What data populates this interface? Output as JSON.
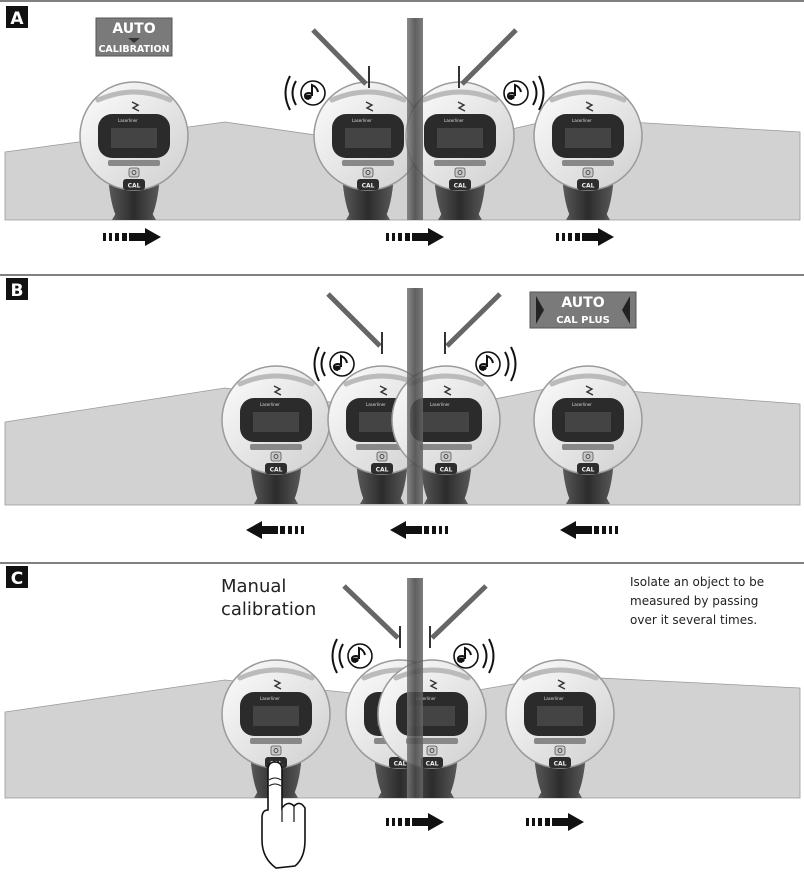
{
  "panels": [
    {
      "id": "A",
      "letter": "A",
      "badge": {
        "line1": "AUTO",
        "line2": "CALIBRATION"
      },
      "arrows": [
        "right",
        "right",
        "right"
      ]
    },
    {
      "id": "B",
      "letter": "B",
      "badge": {
        "line1": "AUTO",
        "line2": "CAL PLUS"
      },
      "arrows": [
        "left",
        "left",
        "left"
      ]
    },
    {
      "id": "C",
      "letter": "C",
      "label": {
        "line1": "Manual",
        "line2": "calibration"
      },
      "note": {
        "line1": "Isolate an object to be",
        "line2": "measured by passing",
        "line3": "over it several times."
      },
      "arrows": [
        "right",
        "right"
      ]
    }
  ],
  "device": {
    "brand": "Laserliner",
    "button_label": "CAL"
  },
  "colors": {
    "wall": "#d2d2d2",
    "device_body": "#f2f2f2",
    "device_dark": "#3a3a3a",
    "badge_bg": "#7a7a7a",
    "rebar": "#555555",
    "arrow": "#111111"
  },
  "icons": [
    "music-note-icon",
    "sound-wave-icon",
    "arrow-right-icon",
    "arrow-left-icon",
    "hand-pointer-icon"
  ]
}
